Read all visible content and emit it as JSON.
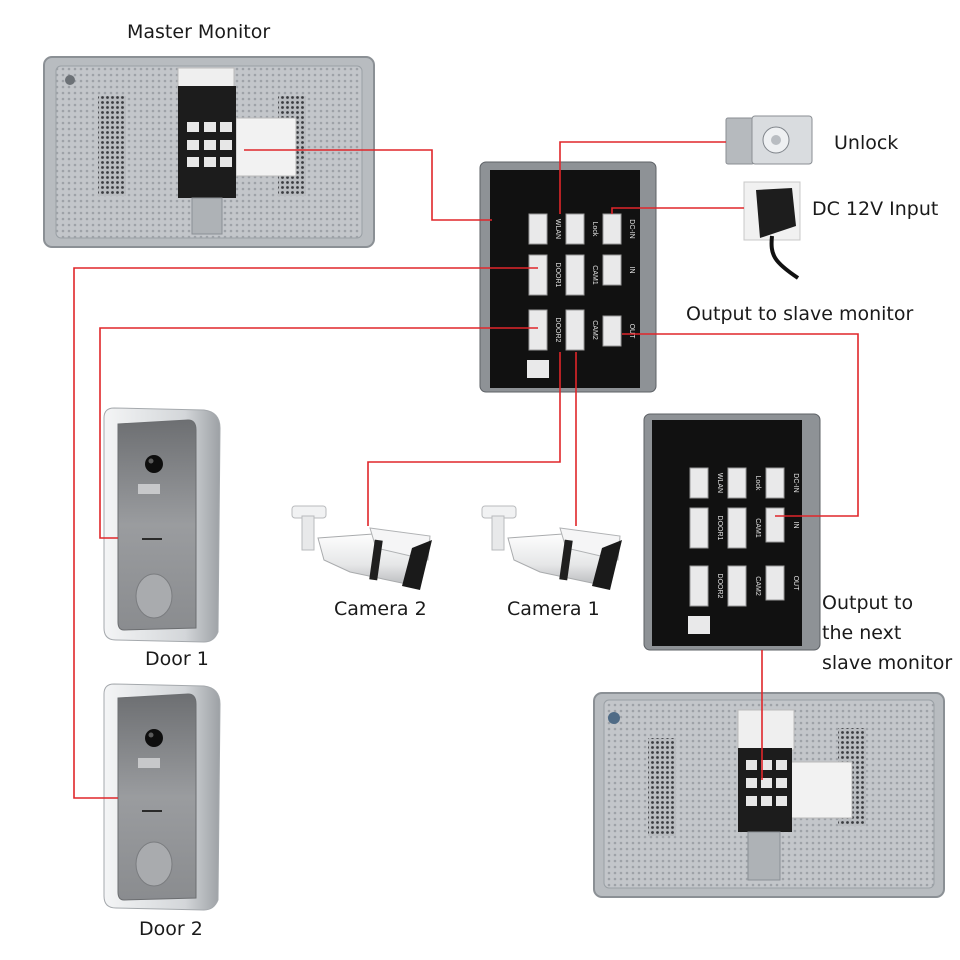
{
  "labels": {
    "master_monitor": "Master Monitor",
    "unlock": "Unlock",
    "dc_input": "DC 12V Input",
    "output_slave": "Output to slave monitor",
    "output_next_line1": "Output to",
    "output_next_line2": "the next",
    "output_next_line3": "slave monitor",
    "camera2": "Camera 2",
    "camera1": "Camera 1",
    "door1": "Door 1",
    "door2": "Door 2"
  },
  "module_ports": {
    "wlan": "WLAN",
    "lock": "Lock",
    "dc_in": "DC-IN",
    "door1": "DOOR1",
    "cam1": "CAM1",
    "in": "IN",
    "door2": "DOOR2",
    "cam2": "CAM2",
    "out": "OUT"
  },
  "colors": {
    "wire": "#e0262a",
    "module_body": "#111111",
    "monitor_plate": "#c9ccd0",
    "door_shell": "#d9dcde",
    "door_face": "#8a8c8f"
  },
  "icons": {
    "master_monitor": "monitor-back-icon",
    "slave_monitor": "monitor-back-icon",
    "lock": "electric-lock-icon",
    "adapter": "power-adapter-icon",
    "camera": "bullet-camera-icon",
    "door": "doorbell-panel-icon"
  }
}
